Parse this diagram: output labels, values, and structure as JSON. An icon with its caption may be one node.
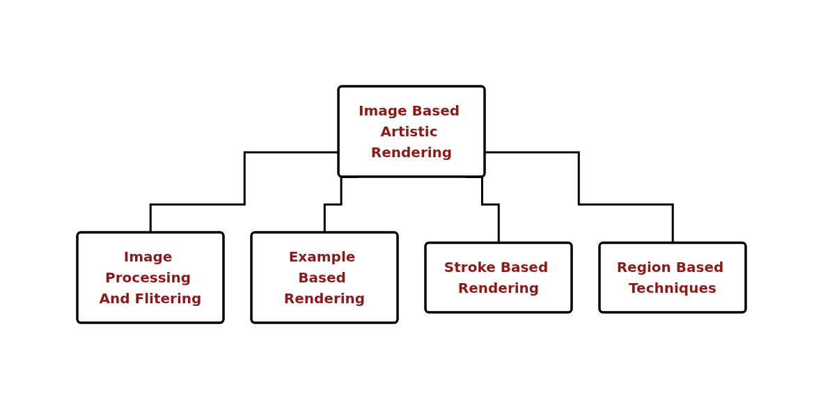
{
  "diagram": {
    "nodes": [
      {
        "text": [
          "Image Based Artistic Rendering"
        ]
      },
      {
        "text": [
          "Image Processing And Flitering"
        ]
      },
      {
        "text": [
          "Example Based Rendering"
        ]
      },
      {
        "text": [
          "Stroke Based Rendering"
        ]
      },
      {
        "text": [
          "Region Based Techniques"
        ]
      }
    ],
    "edges": [
      {
        "from": 0,
        "to": 1,
        "arrow": "none"
      },
      {
        "from": 0,
        "to": 2,
        "arrow": "none"
      },
      {
        "from": 0,
        "to": 3,
        "arrow": "none"
      },
      {
        "from": 0,
        "to": 4,
        "arrow": "none"
      }
    ]
  }
}
